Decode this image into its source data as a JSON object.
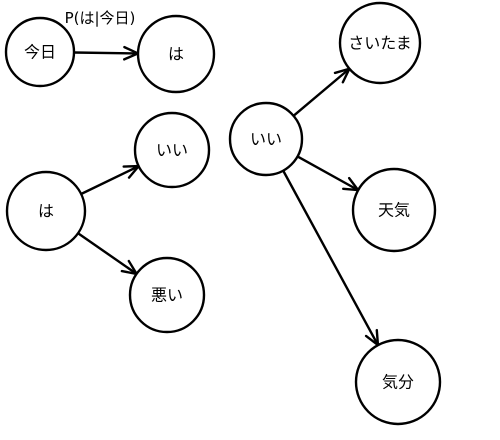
{
  "nodes": [
    {
      "id": "n_kyou",
      "label": "今日"
    },
    {
      "id": "n_wa1",
      "label": "は"
    },
    {
      "id": "n_wa2",
      "label": "は"
    },
    {
      "id": "n_ii1",
      "label": "いい"
    },
    {
      "id": "n_warui",
      "label": "悪い"
    },
    {
      "id": "n_ii2",
      "label": "いい"
    },
    {
      "id": "n_saitama",
      "label": "さいたま"
    },
    {
      "id": "n_tenki",
      "label": "天気"
    },
    {
      "id": "n_kibun",
      "label": "気分"
    }
  ],
  "edges": [
    {
      "from": "n_kyou",
      "to": "n_wa1",
      "label": "P(は|今日)"
    },
    {
      "from": "n_wa2",
      "to": "n_ii1",
      "label": ""
    },
    {
      "from": "n_wa2",
      "to": "n_warui",
      "label": ""
    },
    {
      "from": "n_ii2",
      "to": "n_saitama",
      "label": ""
    },
    {
      "from": "n_ii2",
      "to": "n_tenki",
      "label": ""
    },
    {
      "from": "n_ii2",
      "to": "n_kibun",
      "label": ""
    }
  ]
}
